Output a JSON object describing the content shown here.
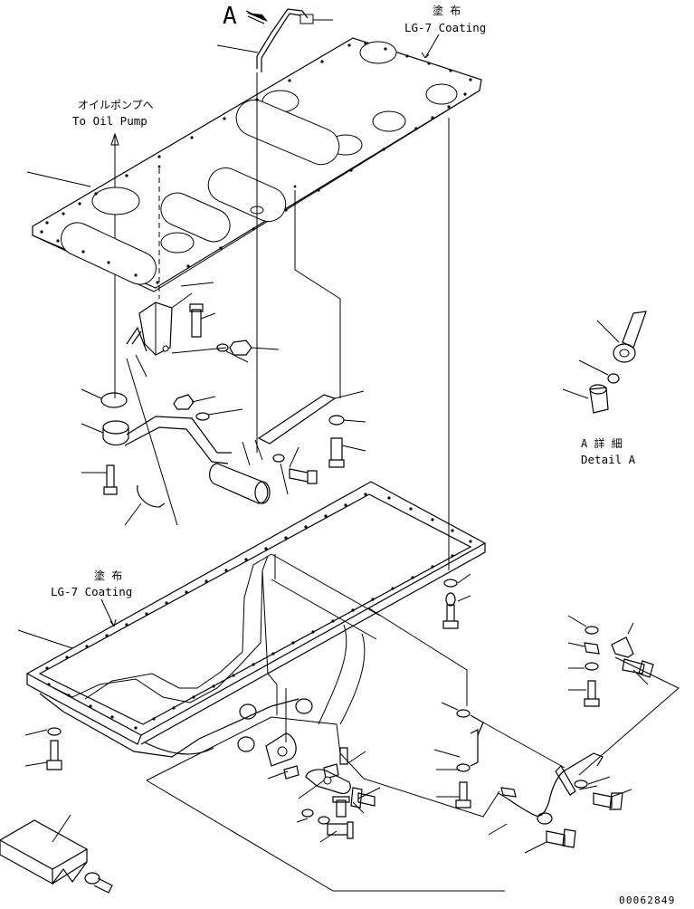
{
  "labels": {
    "view_a": "A",
    "coating_top_jp": "塗 布",
    "coating_top_en": "LG-7 Coating",
    "oil_pump_jp": "オイルポンプへ",
    "oil_pump_en": "To Oil Pump",
    "coating_left_jp": "塗 布",
    "coating_left_en": "LG-7 Coating",
    "detail_jp": "A 詳 細",
    "detail_en": "Detail A",
    "drawing_number": "00062849"
  },
  "colors": {
    "line": "#000000",
    "background": "#ffffff"
  }
}
